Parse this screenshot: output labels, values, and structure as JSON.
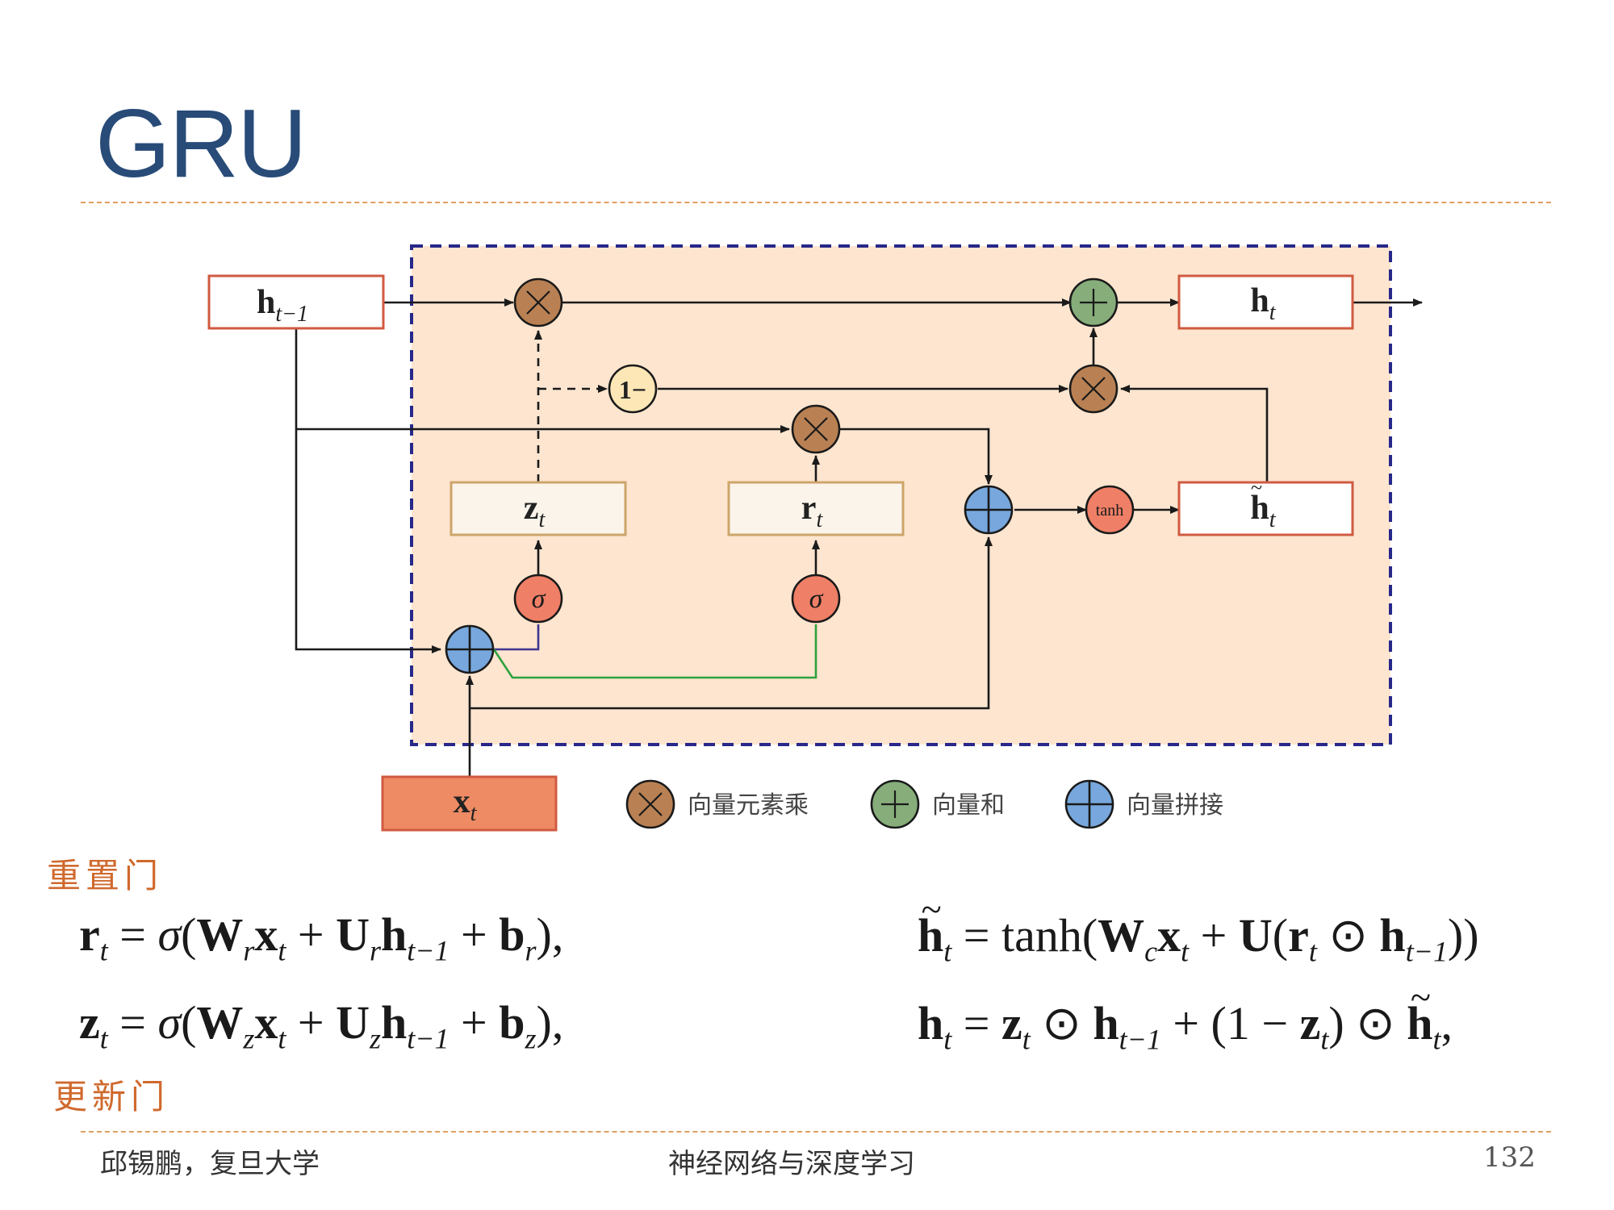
{
  "title": "GRU",
  "diagram": {
    "boxes": {
      "h_prev": "h",
      "h_prev_sub": "t−1",
      "h_t": "h",
      "h_t_sub": "t",
      "z_t": "z",
      "z_t_sub": "t",
      "r_t": "r",
      "r_t_sub": "t",
      "h_tilde": "h",
      "h_tilde_sub": "t",
      "x_t": "x",
      "x_t_sub": "t"
    },
    "nodes": {
      "one_minus": "1−",
      "tanh": "tanh",
      "sigma": "σ"
    },
    "legend": [
      {
        "symbol": "multiply",
        "label": "向量元素乘"
      },
      {
        "symbol": "add",
        "label": "向量和"
      },
      {
        "symbol": "concat",
        "label": "向量拼接"
      }
    ],
    "colors": {
      "dashed_frame": "#27288a",
      "frame_fill": "#fde5cf",
      "multiply_node": "#b98153",
      "add_node": "#86ad7a",
      "concat_node": "#77a7dd",
      "sigma_node": "#ef7f66",
      "one_minus_node": "#fde7b6",
      "h_box_border": "#d05a40",
      "gate_box_fill": "#faf4ea",
      "gate_box_border": "#cda56a",
      "x_box_fill": "#ee8b64",
      "green_line": "#2ca23c",
      "blue_line": "#3d3590"
    }
  },
  "labels": {
    "reset_gate": "重置门",
    "update_gate": "更新门"
  },
  "footer": {
    "author": "邱锡鹏，复旦大学",
    "book": "神经网络与深度学习",
    "page": "132"
  }
}
